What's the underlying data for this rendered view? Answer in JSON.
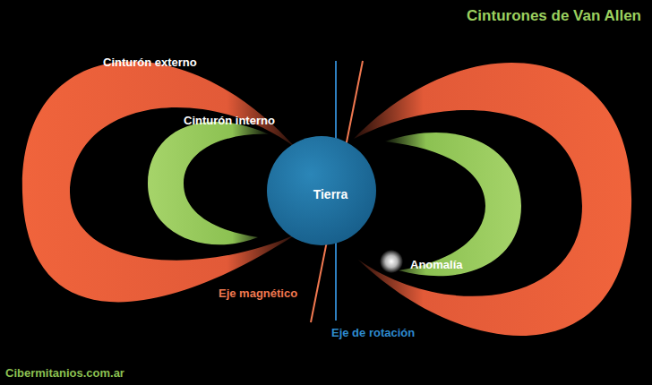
{
  "diagram": {
    "title": "Cinturones de Van Allen",
    "nodes": [
      {
        "text": [
          "Tierra"
        ]
      }
    ],
    "labels": [
      "Cinturón externo",
      "Cinturón interno",
      "Anomalía",
      "Eje magnético",
      "Eje de rotación",
      "Cibermitanios.com.ar"
    ]
  }
}
